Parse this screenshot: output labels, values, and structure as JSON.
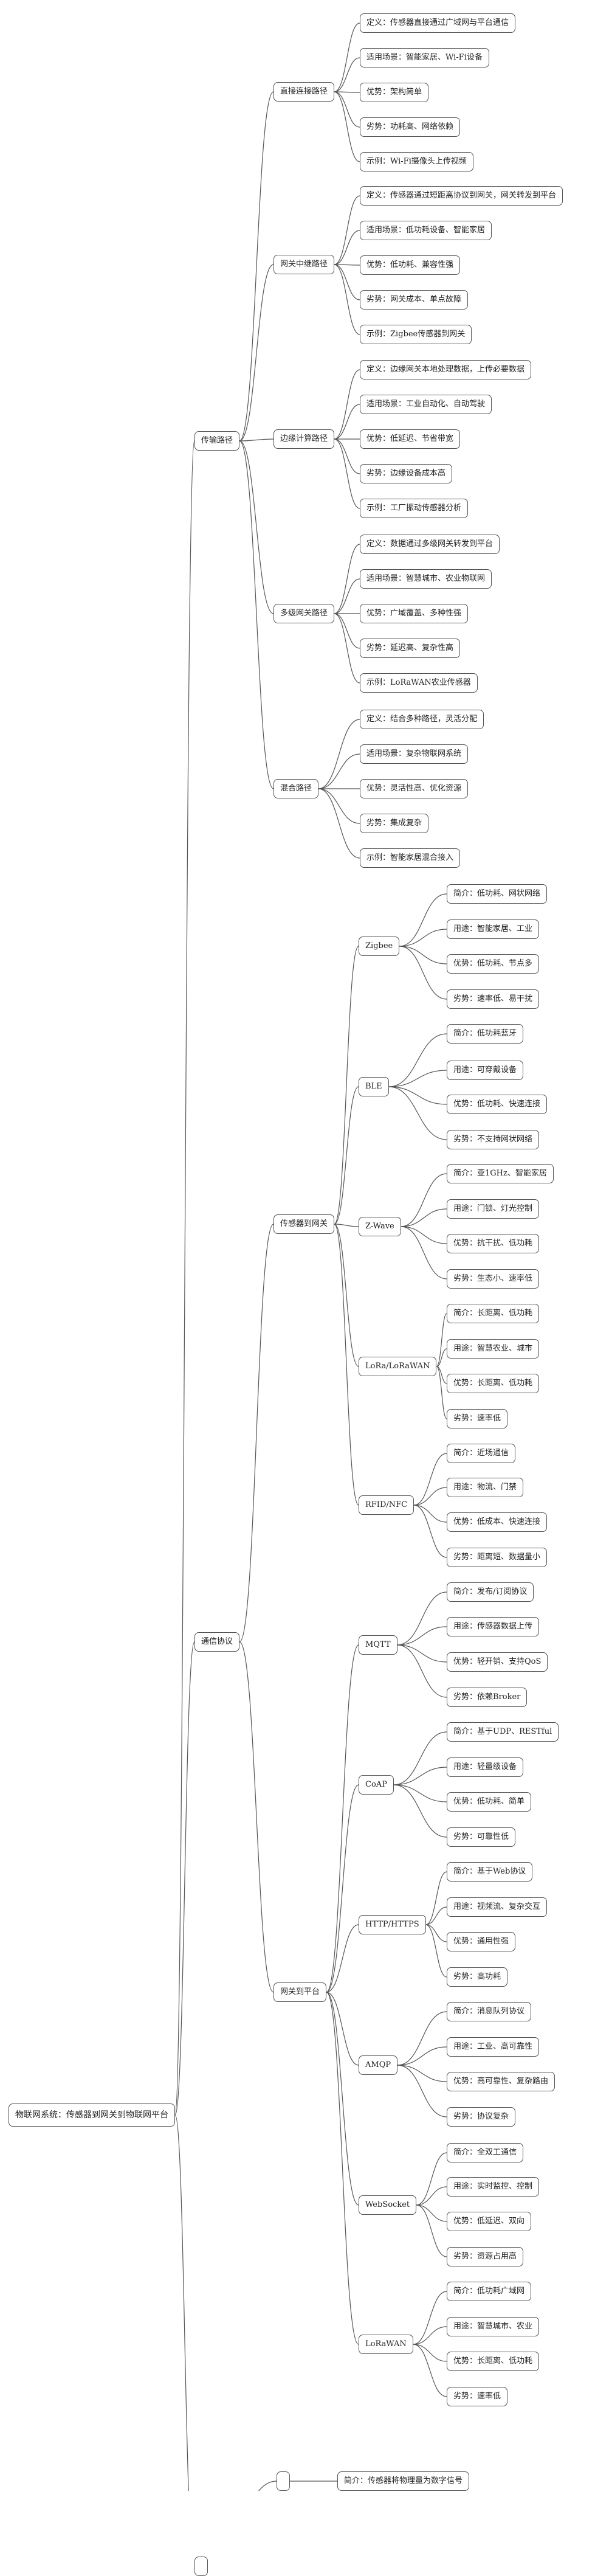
{
  "tree": {
    "label": "物联网系统：传感器到网关到物联网平台",
    "children": [
      {
        "label": "传输路径",
        "children": [
          {
            "label": "直接连接路径",
            "children": [
              {
                "label": "定义：传感器直接通过广域网与平台通信"
              },
              {
                "label": "适用场景：智能家居、Wi-Fi设备"
              },
              {
                "label": "优势：架构简单"
              },
              {
                "label": "劣势：功耗高、网络依赖"
              },
              {
                "label": "示例：Wi-Fi摄像头上传视频"
              }
            ]
          },
          {
            "label": "网关中继路径",
            "children": [
              {
                "label": "定义：传感器通过短距离协议到网关，网关转发到平台"
              },
              {
                "label": "适用场景：低功耗设备、智能家居"
              },
              {
                "label": "优势：低功耗、兼容性强"
              },
              {
                "label": "劣势：网关成本、单点故障"
              },
              {
                "label": "示例：Zigbee传感器到网关"
              }
            ]
          },
          {
            "label": "边缘计算路径",
            "children": [
              {
                "label": "定义：边缘网关本地处理数据，上传必要数据"
              },
              {
                "label": "适用场景：工业自动化、自动驾驶"
              },
              {
                "label": "优势：低延迟、节省带宽"
              },
              {
                "label": "劣势：边缘设备成本高"
              },
              {
                "label": "示例：工厂振动传感器分析"
              }
            ]
          },
          {
            "label": "多级网关路径",
            "children": [
              {
                "label": "定义：数据通过多级网关转发到平台"
              },
              {
                "label": "适用场景：智慧城市、农业物联网"
              },
              {
                "label": "优势：广域覆盖、多种性强"
              },
              {
                "label": "劣势：延迟高、复杂性高"
              },
              {
                "label": "示例：LoRaWAN农业传感器"
              }
            ]
          },
          {
            "label": "混合路径",
            "children": [
              {
                "label": "定义：结合多种路径，灵活分配"
              },
              {
                "label": "适用场景：复杂物联网系统"
              },
              {
                "label": "优势：灵活性高、优化资源"
              },
              {
                "label": "劣势：集成复杂"
              },
              {
                "label": "示例：智能家居混合接入"
              }
            ]
          }
        ]
      },
      {
        "label": "通信协议",
        "children": [
          {
            "label": "传感器到网关",
            "children": [
              {
                "label": "Zigbee",
                "children": [
                  {
                    "label": "简介：低功耗、网状网络"
                  },
                  {
                    "label": "用途：智能家居、工业"
                  },
                  {
                    "label": "优势：低功耗、节点多"
                  },
                  {
                    "label": "劣势：速率低、易干扰"
                  }
                ]
              },
              {
                "label": "BLE",
                "children": [
                  {
                    "label": "简介：低功耗蓝牙"
                  },
                  {
                    "label": "用途：可穿戴设备"
                  },
                  {
                    "label": "优势：低功耗、快速连接"
                  },
                  {
                    "label": "劣势：不支持网状网络"
                  }
                ]
              },
              {
                "label": "Z-Wave",
                "children": [
                  {
                    "label": "简介：亚1GHz、智能家居"
                  },
                  {
                    "label": "用途：门锁、灯光控制"
                  },
                  {
                    "label": "优势：抗干扰、低功耗"
                  },
                  {
                    "label": "劣势：生态小、速率低"
                  }
                ]
              },
              {
                "label": "LoRa/LoRaWAN",
                "children": [
                  {
                    "label": "简介：长距离、低功耗"
                  },
                  {
                    "label": "用途：智慧农业、城市"
                  },
                  {
                    "label": "优势：长距离、低功耗"
                  },
                  {
                    "label": "劣势：速率低"
                  }
                ]
              },
              {
                "label": "RFID/NFC",
                "children": [
                  {
                    "label": "简介：近场通信"
                  },
                  {
                    "label": "用途：物流、门禁"
                  },
                  {
                    "label": "优势：低成本、快速连接"
                  },
                  {
                    "label": "劣势：距离短、数据量小"
                  }
                ]
              }
            ]
          },
          {
            "label": "网关到平台",
            "children": [
              {
                "label": "MQTT",
                "children": [
                  {
                    "label": "简介：发布/订阅协议"
                  },
                  {
                    "label": "用途：传感器数据上传"
                  },
                  {
                    "label": "优势：轻开销、支持QoS"
                  },
                  {
                    "label": "劣势：依赖Broker"
                  }
                ]
              },
              {
                "label": "CoAP",
                "children": [
                  {
                    "label": "简介：基于UDP、RESTful"
                  },
                  {
                    "label": "用途：轻量级设备"
                  },
                  {
                    "label": "优势：低功耗、简单"
                  },
                  {
                    "label": "劣势：可靠性低"
                  }
                ]
              },
              {
                "label": "HTTP/HTTPS",
                "children": [
                  {
                    "label": "简介：基于Web协议"
                  },
                  {
                    "label": "用途：视频流、复杂交互"
                  },
                  {
                    "label": "优势：通用性强"
                  },
                  {
                    "label": "劣势：高功耗"
                  }
                ]
              },
              {
                "label": "AMQP",
                "children": [
                  {
                    "label": "简介：消息队列协议"
                  },
                  {
                    "label": "用途：工业、高可靠性"
                  },
                  {
                    "label": "优势：高可靠性、复杂路由"
                  },
                  {
                    "label": "劣势：协议复杂"
                  }
                ]
              },
              {
                "label": "WebSocket",
                "children": [
                  {
                    "label": "简介：全双工通信"
                  },
                  {
                    "label": "用途：实时监控、控制"
                  },
                  {
                    "label": "优势：低延迟、双向"
                  },
                  {
                    "label": "劣势：资源占用高"
                  }
                ]
              },
              {
                "label": "LoRaWAN",
                "children": [
                  {
                    "label": "简介：低功耗广域网"
                  },
                  {
                    "label": "用途：智慧城市、农业"
                  },
                  {
                    "label": "优势：长距离、低功耗"
                  },
                  {
                    "label": "劣势：速率低"
                  }
                ]
              }
            ]
          }
        ]
      },
      {
        "label": "",
        "children": [
          {
            "label": "",
            "children": [
              {
                "label": "简介：传感器将物理量为数字信号"
              }
            ]
          }
        ]
      }
    ]
  }
}
